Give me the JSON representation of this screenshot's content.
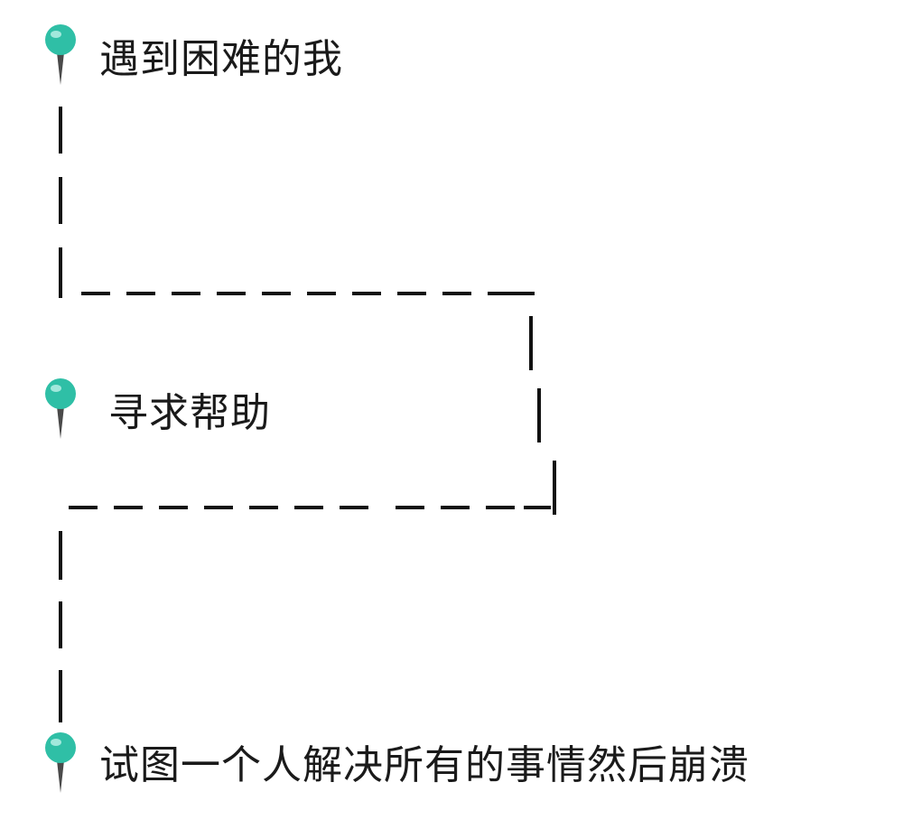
{
  "colors": {
    "pin_head": "#2fbfa6",
    "pin_head_highlight": "#bff3ea",
    "pin_needle": "#4a4a4a",
    "connector": "#111111",
    "text": "#1a1a1a"
  },
  "steps": [
    {
      "label": "遇到困难的我",
      "icon": "pin-icon"
    },
    {
      "label": "寻求帮助",
      "icon": "pin-icon"
    },
    {
      "label": "试图一个人解决所有的事情然后崩溃",
      "icon": "pin-icon"
    }
  ]
}
